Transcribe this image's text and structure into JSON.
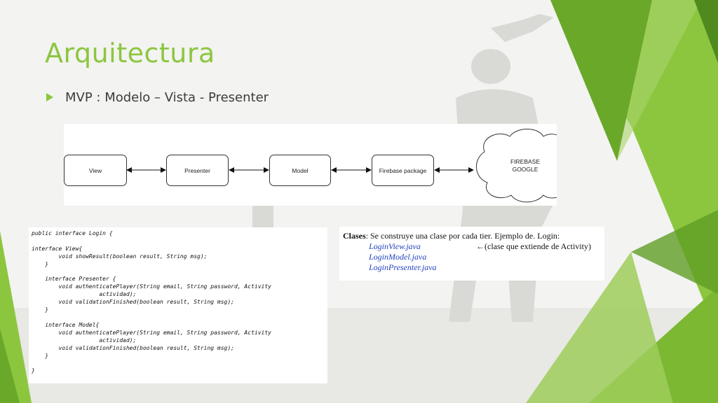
{
  "slide": {
    "title": "Arquitectura",
    "bullet": "MVP : Modelo – Vista - Presenter"
  },
  "colors": {
    "accent": "#8cc63f",
    "dark_green": "#4e8a1e",
    "text": "#3c3c3c"
  },
  "diagram": {
    "nodes": [
      "View",
      "Presenter",
      "Model",
      "Firebase package"
    ],
    "cloud_line1": "FIREBASE",
    "cloud_line2": "GOOGLE"
  },
  "code": {
    "lines": [
      "public interface Login {",
      "",
      "interface View{",
      "        void showResult(boolean result, String msg);",
      "    }",
      "",
      "    interface Presenter {",
      "        void authenticatePlayer(String email, String password, Activity",
      "                    actividad);",
      "        void validationFinished(boolean result, String msg);",
      "    }",
      "",
      "    interface Model{",
      "        void authenticatePlayer(String email, String password, Activity",
      "                    actividad);",
      "        void validationFinished(boolean result, String msg);",
      "    }",
      "",
      "}"
    ]
  },
  "clases": {
    "label": "Clases",
    "description": ": Se construye una clase por cada tier. Ejemplo de. Login:",
    "file1": "LoginView.java",
    "note": "←(clase que extiende de Activity)",
    "file2": "LoginModel.java",
    "file3": "LoginPresenter.java"
  }
}
